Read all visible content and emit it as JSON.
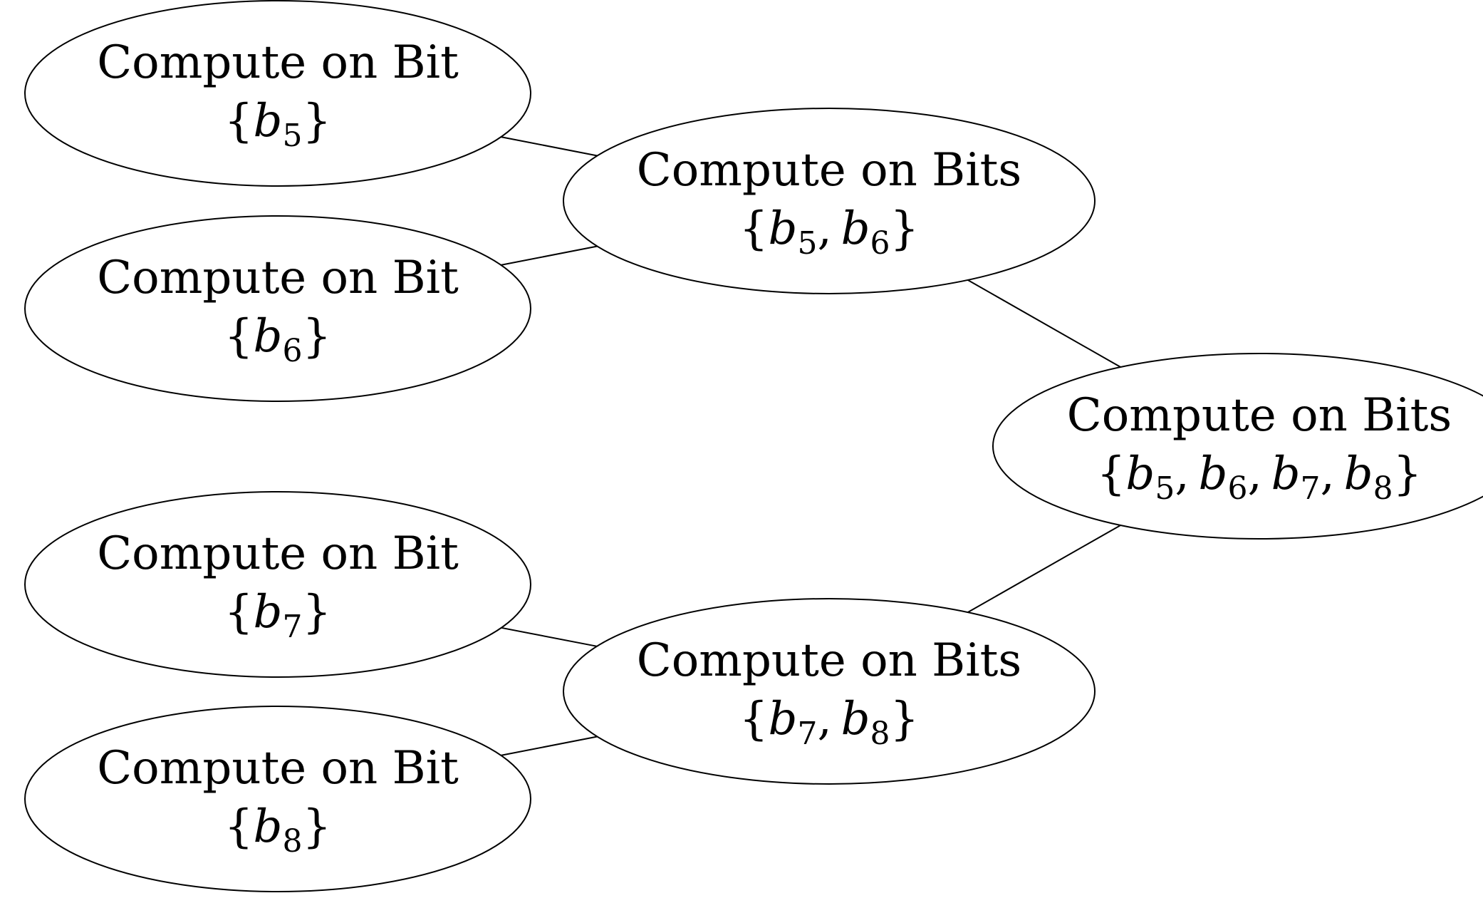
{
  "nodes": [
    {
      "id": "bit-b5",
      "title": "Compute on Bit",
      "bits": [
        "5"
      ]
    },
    {
      "id": "bit-b6",
      "title": "Compute on Bit",
      "bits": [
        "6"
      ]
    },
    {
      "id": "bit-b7",
      "title": "Compute on Bit",
      "bits": [
        "7"
      ]
    },
    {
      "id": "bit-b8",
      "title": "Compute on Bit",
      "bits": [
        "8"
      ]
    },
    {
      "id": "bits-b5-b6",
      "title": "Compute on Bits",
      "bits": [
        "5",
        "6"
      ]
    },
    {
      "id": "bits-b7-b8",
      "title": "Compute on Bits",
      "bits": [
        "7",
        "8"
      ]
    },
    {
      "id": "bits-b5-b6-b7-b8",
      "title": "Compute on Bits",
      "bits": [
        "5",
        "6",
        "7",
        "8"
      ]
    }
  ],
  "edges": [
    {
      "from": "bit-b5",
      "to": "bits-b5-b6"
    },
    {
      "from": "bit-b6",
      "to": "bits-b5-b6"
    },
    {
      "from": "bit-b7",
      "to": "bits-b7-b8"
    },
    {
      "from": "bit-b8",
      "to": "bits-b7-b8"
    },
    {
      "from": "bits-b5-b6",
      "to": "bits-b5-b6-b7-b8"
    },
    {
      "from": "bits-b7-b8",
      "to": "bits-b5-b6-b7-b8"
    }
  ],
  "math": {
    "variable": "b",
    "open_brace": "{",
    "close_brace": "}",
    "separator": ","
  }
}
